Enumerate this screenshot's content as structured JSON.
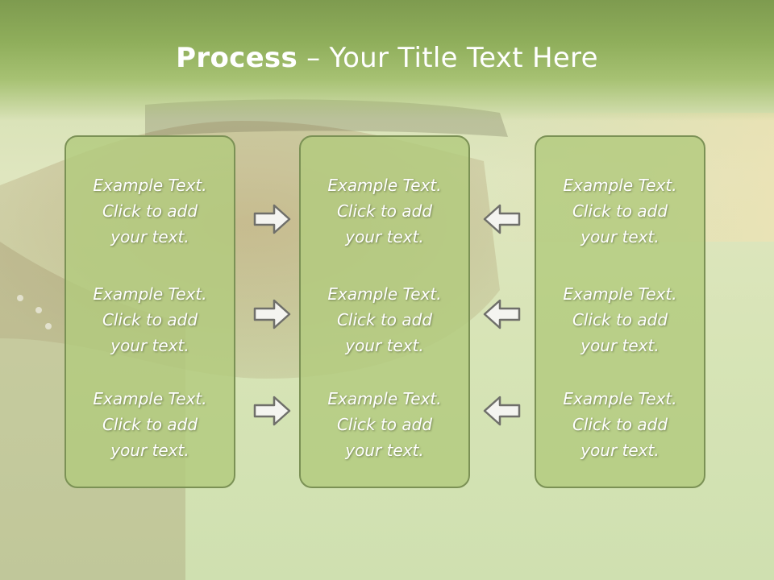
{
  "slide": {
    "title_bold": "Process",
    "title_sep": " – ",
    "title_rest": "Your Title Text Here"
  },
  "columns": [
    {
      "cells": [
        {
          "line1": "Example Text.",
          "line2": "Click  to add",
          "line3": "your text."
        },
        {
          "line1": "Example Text.",
          "line2": "Click  to add",
          "line3": "your text."
        },
        {
          "line1": "Example Text.",
          "line2": "Click  to add",
          "line3": "your text."
        }
      ]
    },
    {
      "cells": [
        {
          "line1": "Example Text.",
          "line2": "Click  to add",
          "line3": "your text."
        },
        {
          "line1": "Example Text.",
          "line2": "Click  to add",
          "line3": "your text."
        },
        {
          "line1": "Example Text.",
          "line2": "Click  to add",
          "line3": "your text."
        }
      ]
    },
    {
      "cells": [
        {
          "line1": "Example Text.",
          "line2": "Click  to add",
          "line3": "your text."
        },
        {
          "line1": "Example Text.",
          "line2": "Click  to add",
          "line3": "your text."
        },
        {
          "line1": "Example Text.",
          "line2": "Click  to add",
          "line3": "your text."
        }
      ]
    }
  ],
  "arrows": {
    "left_to_middle": "arrow-right-icon",
    "right_to_middle": "arrow-left-icon"
  },
  "colors": {
    "title_band": "#8fae5b",
    "box_fill": "#b2ca7e",
    "box_border": "#7b9155",
    "text": "#ffffff"
  }
}
